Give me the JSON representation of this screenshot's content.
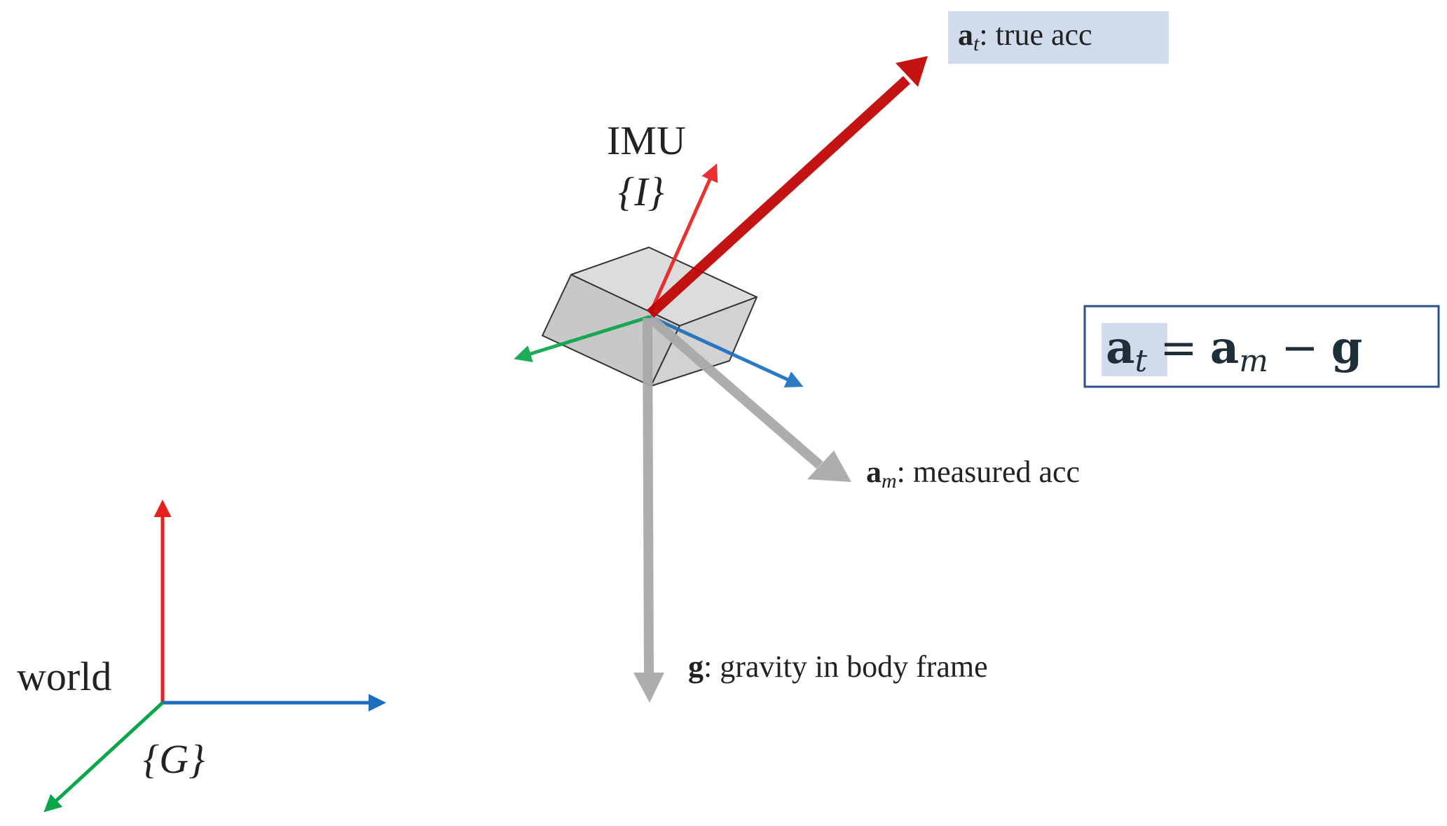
{
  "colors": {
    "axis_x_red": "#e8201e",
    "axis_y_green": "#0aa64a",
    "axis_z_blue": "#1a6fbf",
    "true_acc": "#c00000",
    "gray_vectors": "#a9a9a9",
    "cube_fill": "#d4d4d4",
    "highlight_box": "#d0dcec",
    "equation_border": "#2d4f8a"
  },
  "world_frame": {
    "name": "world",
    "frame_symbol": "{G}"
  },
  "imu_frame": {
    "name": "IMU",
    "frame_symbol": "{I}"
  },
  "vectors": {
    "true_acc": {
      "symbol": "a",
      "subscript": "t",
      "desc": ": true acc"
    },
    "measured_acc": {
      "symbol": "a",
      "subscript": "m",
      "desc": ": measured acc"
    },
    "gravity": {
      "symbol": "g",
      "desc": ": gravity in body frame"
    }
  },
  "equation": {
    "lhs_symbol": "a",
    "lhs_sub": "t",
    "eq": "=",
    "term1_symbol": "a",
    "term1_sub": "m",
    "minus": "−",
    "term2_symbol": "g"
  }
}
